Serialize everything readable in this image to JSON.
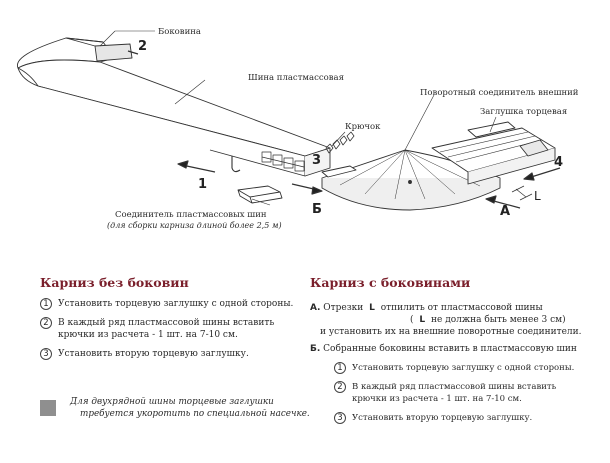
{
  "diagram": {
    "label_side_cap": "Боковина",
    "label_plastic_rail": "Шина пластмассовая",
    "label_corner_connector": "Поворотный соединитель внешний",
    "label_end_cap": "Заглушка торцевая",
    "label_hook": "Крючок",
    "label_rail_connector": "Соединитель пластмассовых шин",
    "label_rail_connector_note": "(для сборки карниза длиной более 2,5 м)",
    "marker_1": "1",
    "marker_2": "2",
    "marker_3": "3",
    "marker_4": "4",
    "marker_a": "А",
    "marker_b": "Б",
    "marker_l": "L"
  },
  "left_section": {
    "title": "Карниз без боковин",
    "steps": [
      {
        "num": "1",
        "lines": [
          "Установить торцевую заглушку с одной стороны."
        ]
      },
      {
        "num": "2",
        "lines": [
          "В каждый ряд пластмассовой шины вставить",
          "крючки из расчета   - 1 шт. на 7-10 см."
        ]
      },
      {
        "num": "3",
        "lines": [
          "Установить вторую торцевую заглушку."
        ]
      }
    ],
    "note_lines": [
      "Для двухрядной шины торцевые заглушки",
      "требуется укоротить по специальной насечке."
    ]
  },
  "right_section": {
    "title": "Карниз с боковинами",
    "a_label": "А.",
    "a_line1_pre": "Отрезки",
    "a_line1_l": "L",
    "a_line1_post": "отпилить от пластмассовой шины",
    "a_line2_pre": "(",
    "a_line2_l": "L",
    "a_line2_post": "не должна быть менее 3 см)",
    "a_line3": "и установить их на внешние поворотные соединители.",
    "b_label": "Б.",
    "b_line": "Собранные боковины вставить в пластмассовую шин",
    "steps": [
      {
        "num": "1",
        "lines": [
          "Установить торцевую заглушку с одной стороны."
        ]
      },
      {
        "num": "2",
        "lines": [
          "В каждый ряд пластмассовой шины вставить",
          "крючки из расчета  - 1 шт. на 7-10 см."
        ]
      },
      {
        "num": "3",
        "lines": [
          "Установить вторую торцевую заглушку."
        ]
      }
    ]
  }
}
